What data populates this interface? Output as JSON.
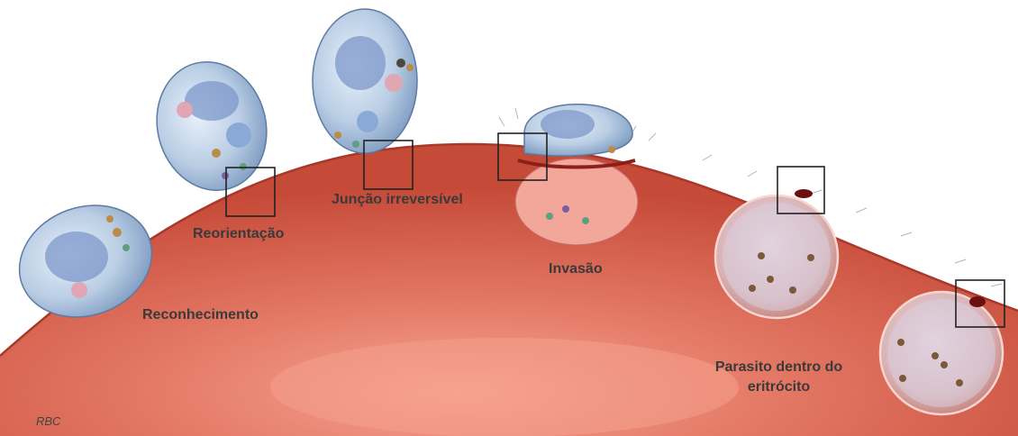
{
  "labels": {
    "recognition": "Reconhecimento",
    "reorientation": "Reorientação",
    "irreversible_junction": "Junção irreversível",
    "invasion": "Invasão",
    "parasite_inside_line1": "Parasito dentro do",
    "parasite_inside_line2": "eritrócito"
  },
  "credit": "RBC",
  "colors": {
    "erythrocyte": "#e06a55",
    "erythrocyte_dark": "#b8402f",
    "parasite": "#9fb9d6",
    "parasite_nucleus": "#6f8cbf",
    "marker_box": "#222222"
  }
}
